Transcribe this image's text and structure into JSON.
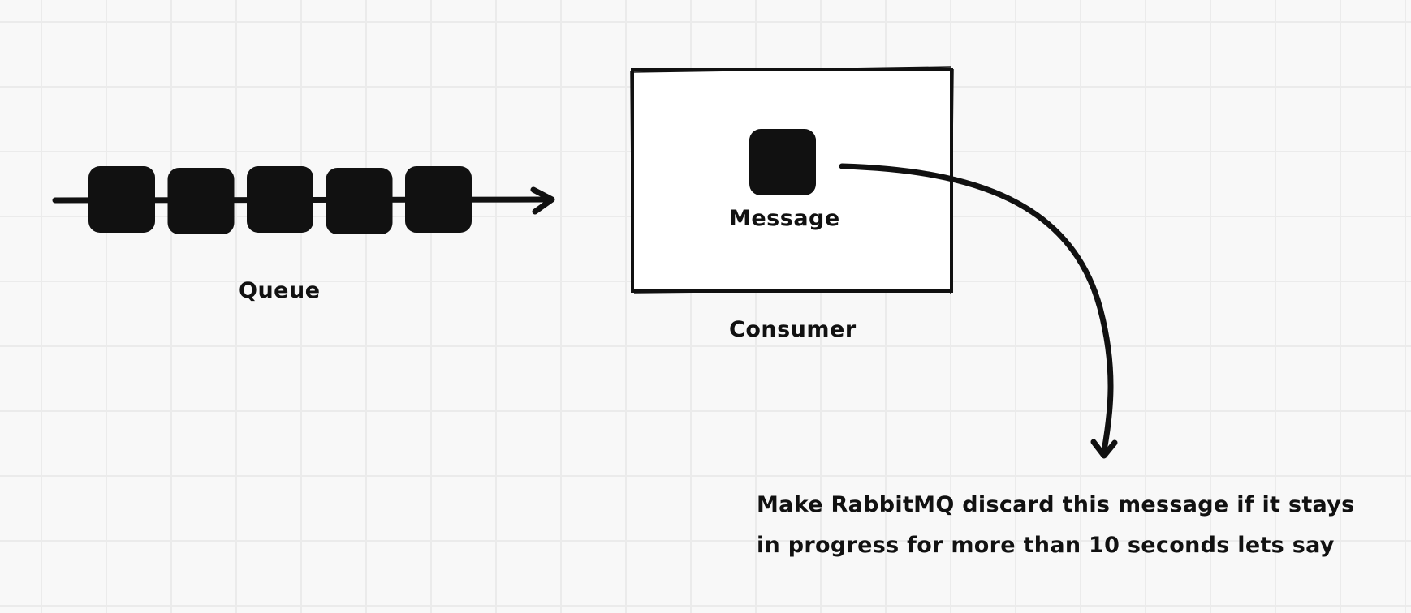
{
  "diagram": {
    "queue": {
      "label": "Queue",
      "item_count": 5
    },
    "consumer": {
      "label": "Consumer",
      "message_label": "Message"
    },
    "annotation": {
      "lines": [
        "Make RabbitMQ discard this message if it stays",
        "in progress for more than 10 seconds lets say"
      ]
    },
    "colors": {
      "background": "#f8f8f8",
      "grid": "#ebebeb",
      "ink": "#111111",
      "consumer_fill": "#ffffff"
    }
  }
}
